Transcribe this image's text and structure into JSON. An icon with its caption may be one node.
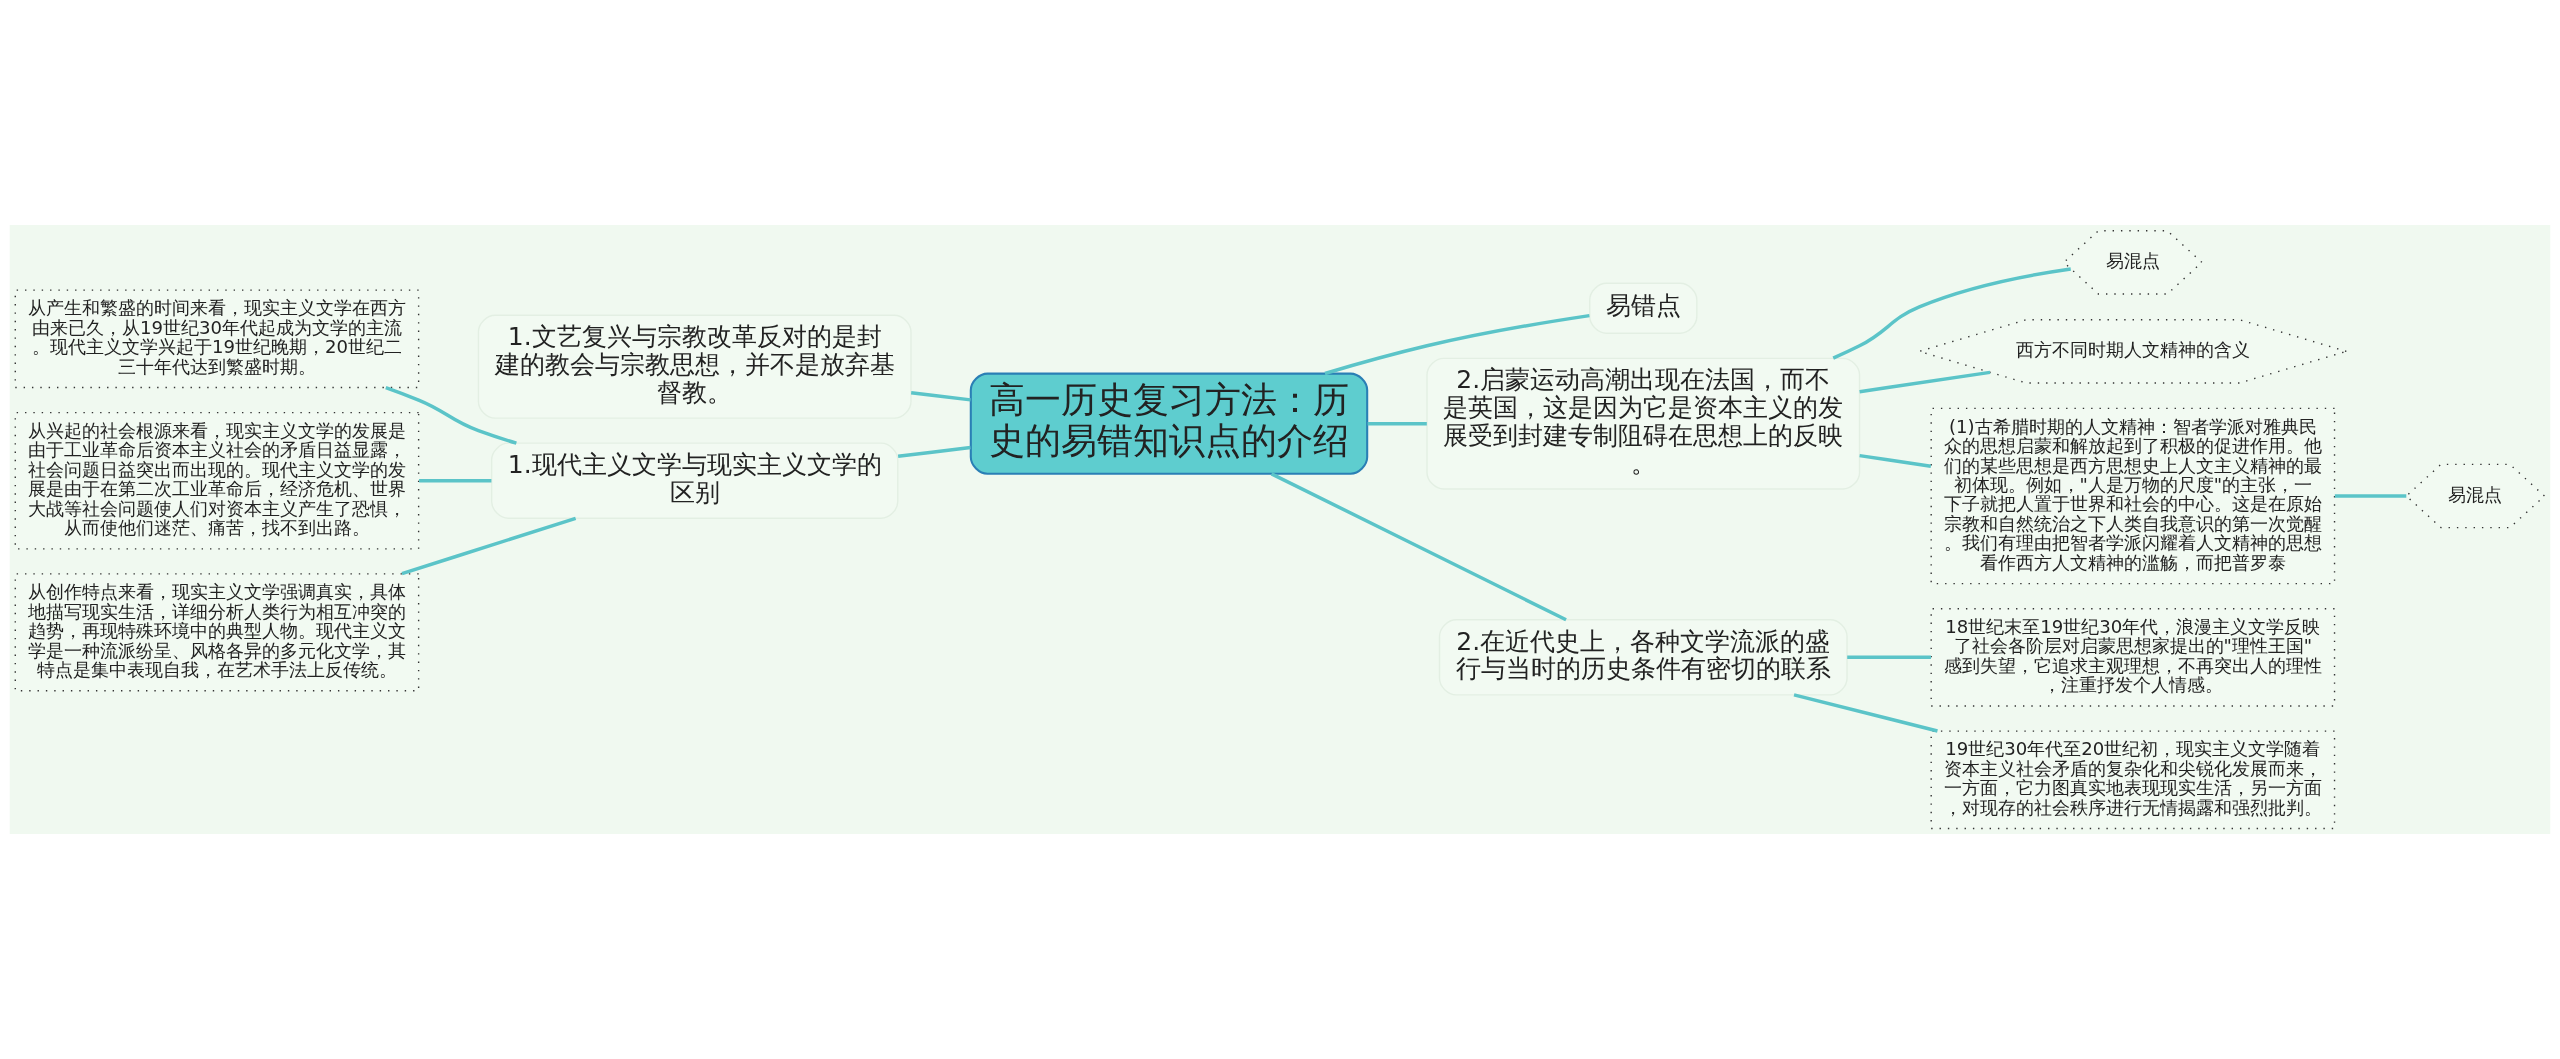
{
  "diagram": {
    "nodes": [
      {
        "text": [
          "高一历史复习方法：历史的易错知识点的介绍"
        ]
      },
      {
        "text": [
          "易错点"
        ]
      },
      {
        "text": [
          "2.启蒙运动高潮出现在法国，而不是英国，这是因为它是资本主义的发展受到封建专制阻碍在思想上的反映。"
        ]
      },
      {
        "text": [
          "易混点"
        ]
      },
      {
        "text": [
          "西方不同时期人文精神的含义"
        ]
      },
      {
        "text": [
          "(1)古希腊时期的人文精神：智者学派对雅典民众的思想启蒙和解放起到了积极的促进作用。他们的某些思想是西方思想史上人文主义精神的最初体现。例如，\"人是万物的尺度\"的主张，一下子就把人置于世界和社会的中心。这是在原始宗教和自然统治之下人类自我意识的第一次觉醒。我们有理由把智者学派闪耀着人文精神的思想看作西方人文精神的滥觞，而把普罗泰"
        ]
      },
      {
        "text": [
          "易混点"
        ]
      },
      {
        "text": [
          "2.在近代史上，各种文学流派的盛行与当时的历史条件有密切的联系"
        ]
      },
      {
        "text": [
          "18世纪末至19世纪30年代，浪漫主义文学反映了社会各阶层对启蒙思想家提出的\"理性王国\"感到失望，它追求主观理想，不再突出人的理性，注重抒发个人情感。"
        ]
      },
      {
        "text": [
          "19世纪30年代至20世纪初，现实主义文学随着资本主义社会矛盾的复杂化和尖锐化发展而来，一方面，它力图真实地表现现实生活，另一方面，对现存的社会秩序进行无情揭露和强烈批判。"
        ]
      },
      {
        "text": [
          "1.文艺复兴与宗教改革反对的是封建的教会与宗教思想，并不是放弃基督教。"
        ]
      },
      {
        "text": [
          "1.现代主义文学与现实主义文学的区别"
        ]
      },
      {
        "text": [
          "从产生和繁盛的时间来看，现实主义文学在西方由来已久，从19世纪30年代起成为文学的主流。现代主义文学兴起于19世纪晚期，20世纪二三十年代达到繁盛时期。"
        ]
      },
      {
        "text": [
          "从兴起的社会根源来看，现实主义文学的发展是由于工业革命后资本主义社会的矛盾日益显露，社会问题日益突出而出现的。现代主义文学的发展是由于在第二次工业革命后，经济危机、世界大战等社会问题使人们对资本主义产生了恐惧，从而使他们迷茫、痛苦，找不到出路。"
        ]
      },
      {
        "text": [
          "从创作特点来看，现实主义文学强调真实，具体地描写现实生活，详细分析人类行为相互冲突的趋势，再现特殊环境中的典型人物。现代主义文学是一种流派纷呈、风格各异的多元化文学，其特点是集中表现自我，在艺术手法上反传统。"
        ]
      }
    ],
    "edges": [
      {
        "from": 0,
        "to": 1,
        "arrow": "none"
      },
      {
        "from": 0,
        "to": 2,
        "arrow": "none"
      },
      {
        "from": 2,
        "to": 3,
        "arrow": "none"
      },
      {
        "from": 2,
        "to": 4,
        "arrow": "none"
      },
      {
        "from": 2,
        "to": 5,
        "arrow": "none"
      },
      {
        "from": 5,
        "to": 6,
        "arrow": "none"
      },
      {
        "from": 0,
        "to": 7,
        "arrow": "none"
      },
      {
        "from": 7,
        "to": 8,
        "arrow": "none"
      },
      {
        "from": 7,
        "to": 9,
        "arrow": "none"
      },
      {
        "from": 0,
        "to": 10,
        "arrow": "none"
      },
      {
        "from": 0,
        "to": 11,
        "arrow": "none"
      },
      {
        "from": 11,
        "to": 12,
        "arrow": "none"
      },
      {
        "from": 11,
        "to": 13,
        "arrow": "none"
      },
      {
        "from": 11,
        "to": 14,
        "arrow": "none"
      }
    ]
  }
}
